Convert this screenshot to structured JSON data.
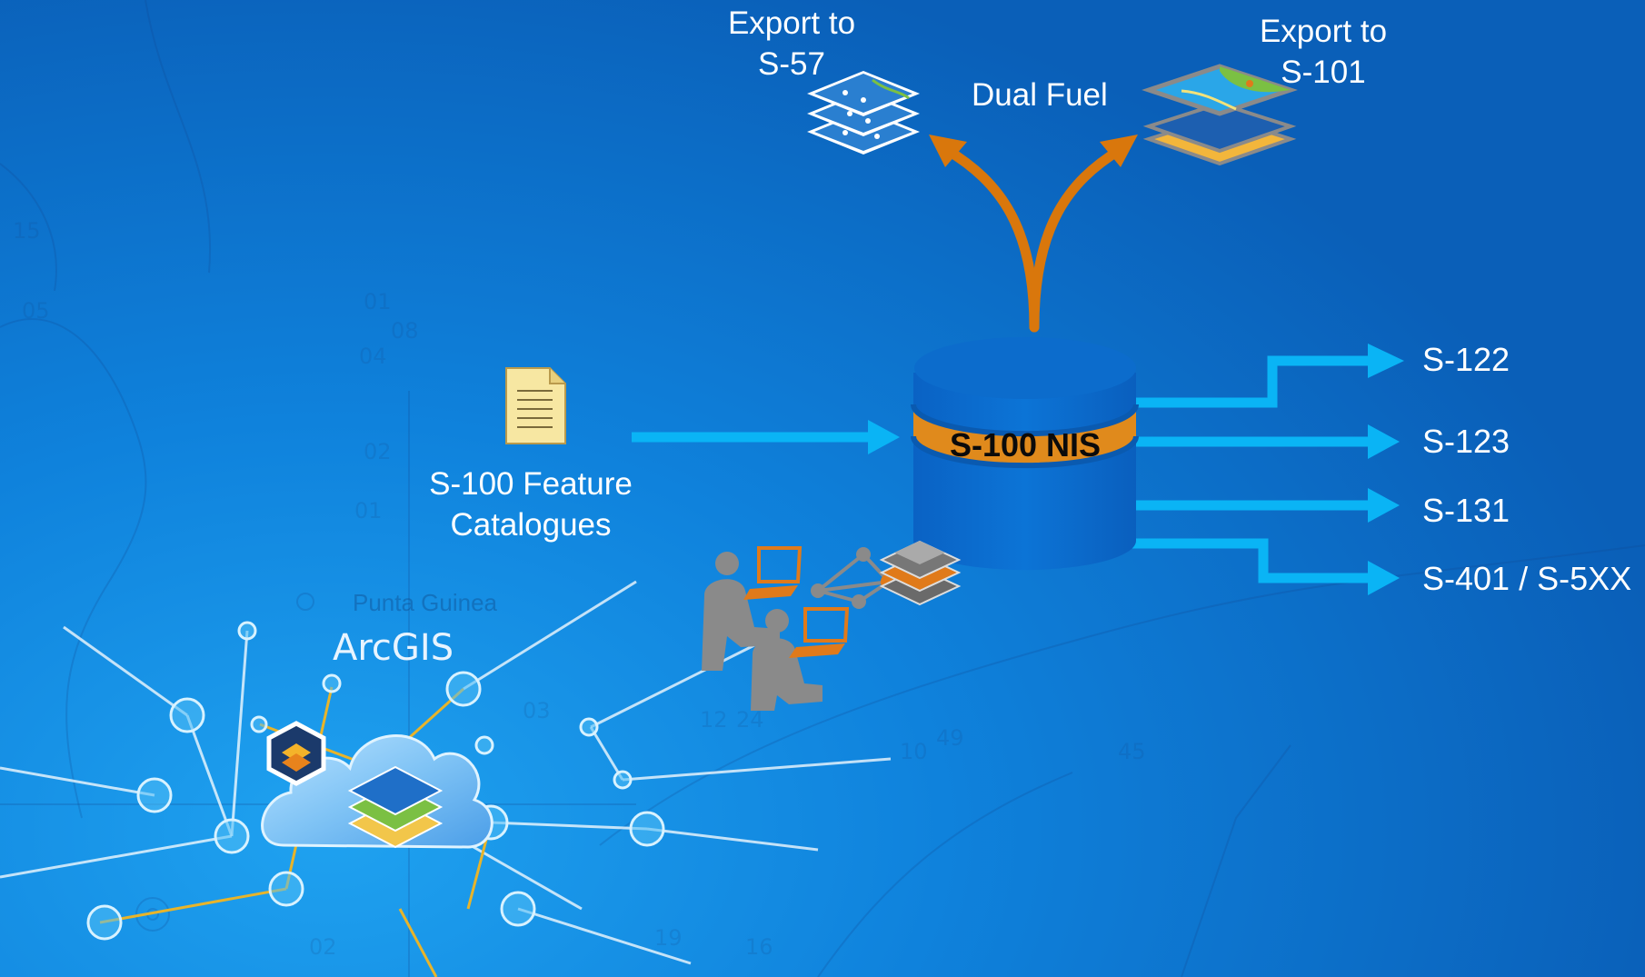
{
  "diagram": {
    "nodes": {
      "database": {
        "label": "S-100 NIS"
      },
      "feature_catalogues": {
        "line1": "S-100 Feature",
        "line2": "Catalogues"
      },
      "platform": {
        "label": "ArcGIS"
      }
    },
    "top": {
      "dual_fuel": "Dual Fuel",
      "export_s57": {
        "line1": "Export to",
        "line2": "S-57"
      },
      "export_s101": {
        "line1": "Export to",
        "line2": "S-101"
      }
    },
    "outputs": [
      "S-122",
      "S-123",
      "S-131",
      "S-401 / S-5XX"
    ],
    "background_chart_text": {
      "place_name": "Punta Guinea"
    },
    "icons": {
      "s57_layers": "s57-layer-stack-icon",
      "s101_layers": "s101-layer-stack-icon",
      "document": "document-icon",
      "users": "users-workstation-icon",
      "network": "network-nodes-icon",
      "cloud": "arcgis-cloud-icon"
    },
    "colors": {
      "flow_arrow": "#0ab4f5",
      "fuel_arrow": "#d9770c",
      "database_band": "#e08a1c",
      "database_body": "#0b6fcf",
      "text": "#ffffff"
    }
  }
}
